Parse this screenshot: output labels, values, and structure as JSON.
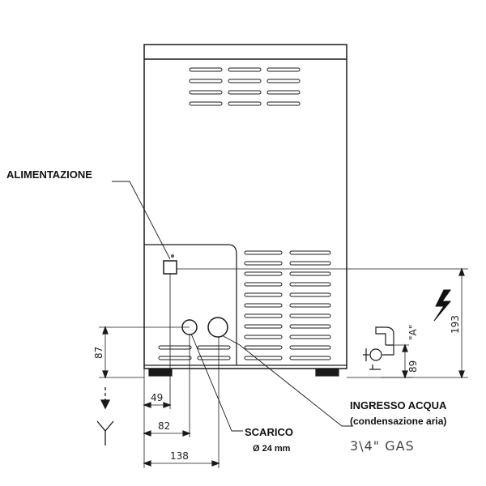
{
  "labels": {
    "power_supply": "ALIMENTAZIONE",
    "drain": "SCARICO",
    "drain_diameter": "Ø 24 mm",
    "water_inlet": "INGRESSO ACQUA",
    "water_inlet_note": "(condensazione aria)",
    "gas_fitting": "3\\4\" GAS",
    "fitting_marker": "\"A\""
  },
  "dimensions": {
    "drain_offset": "49",
    "inlet_offset": "82",
    "power_offset": "138",
    "outlet_height": "87",
    "power_height": "193",
    "fitting_height": "89"
  },
  "icons": {
    "electric": "lightning-bolt-icon",
    "drain": "drain-arrow-icon",
    "tap": "water-tap-icon"
  }
}
